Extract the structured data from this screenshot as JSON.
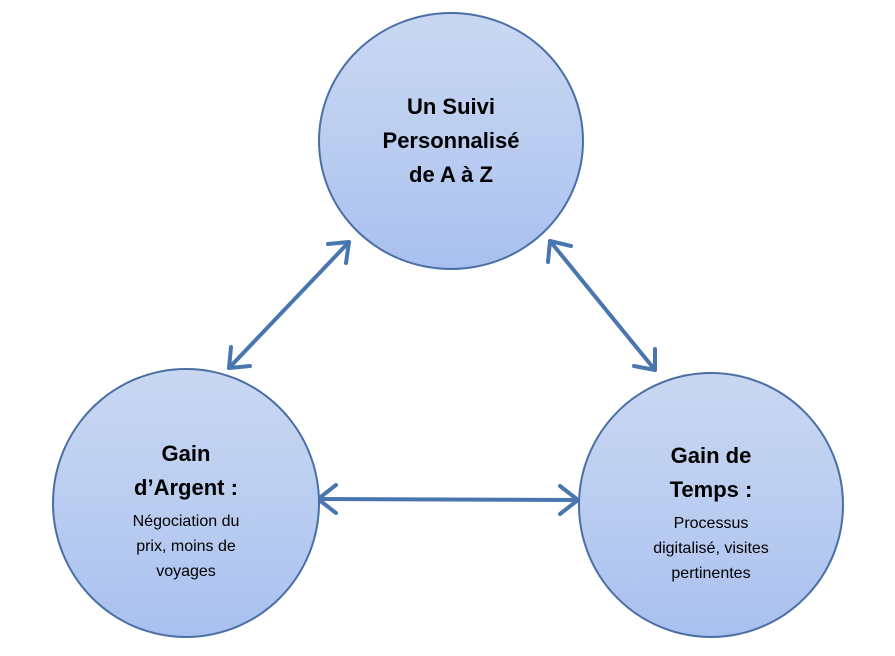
{
  "diagram": {
    "top_node": {
      "title_lines": [
        "Un Suivi",
        "Personnalisé",
        "de A à Z"
      ]
    },
    "left_node": {
      "title_lines": [
        "Gain",
        "d’Argent :"
      ],
      "desc_lines": [
        "Négociation du",
        "prix, moins de",
        "voyages"
      ]
    },
    "right_node": {
      "title_lines": [
        "Gain de",
        "Temps :"
      ],
      "desc_lines": [
        "Processus",
        "digitalisé, visites",
        "pertinentes"
      ]
    },
    "colors": {
      "node_fill_top": "#c9d7f1",
      "node_fill_bottom": "#a9c0ef",
      "node_border": "#4a6fa5",
      "arrow": "#4a76b0"
    }
  }
}
